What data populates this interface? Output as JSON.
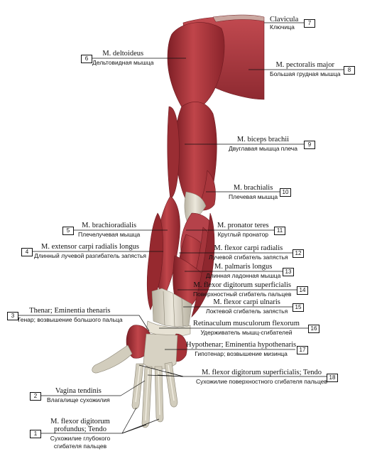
{
  "labels": [
    {
      "id": "7",
      "latin": "Clavicula",
      "russian": "Ключица"
    },
    {
      "id": "6",
      "latin": "M. deltoideus",
      "russian": "Дельтовидная мышца"
    },
    {
      "id": "8",
      "latin": "M. pectoralis major",
      "russian": "Большая грудная мышца"
    },
    {
      "id": "9",
      "latin": "M. biceps brachii",
      "russian": "Двуглавая мышца плеча"
    },
    {
      "id": "10",
      "latin": "M. brachialis",
      "russian": "Плечевая мышца"
    },
    {
      "id": "5",
      "latin": "M. brachioradialis",
      "russian": "Плечелучевая мышца"
    },
    {
      "id": "11",
      "latin": "M. pronator teres",
      "russian": "Круглый пронатор"
    },
    {
      "id": "4",
      "latin": "M. extensor carpi radialis longus",
      "russian": "Длинный лучевой разгибатель запястья"
    },
    {
      "id": "12",
      "latin": "M. flexor carpi radialis",
      "russian": "Лучевой сгибатель запястья"
    },
    {
      "id": "13",
      "latin": "M. palmaris longus",
      "russian": "Длинная ладонная мышца"
    },
    {
      "id": "14",
      "latin": "M. flexor digitorum superficialis",
      "russian": "Поверхностный сгибатель пальцев"
    },
    {
      "id": "15",
      "latin": "M. flexor carpi ulnaris",
      "russian": "Локтевой сгибатель запястья"
    },
    {
      "id": "3",
      "latin": "Thenar; Eminentia thenaris",
      "russian": "Тенар; возвышение большого пальца"
    },
    {
      "id": "16",
      "latin": "Retinaculum musculorum flexorum",
      "russian": "Удерживатель мышц-сгибателей"
    },
    {
      "id": "17",
      "latin": "Hypothenar; Eminentia hypothenaris",
      "russian": "Гипотенар; возвышение мизинца"
    },
    {
      "id": "18",
      "latin": "M. flexor digitorum superficialis; Tendo",
      "russian": "Сухожилие поверхностного сгибателя пальцев"
    },
    {
      "id": "2",
      "latin": "Vagina tendinis",
      "russian": "Влагалище сухожилия"
    },
    {
      "id": "1",
      "latin": "M. flexor digitorum profundus; Tendo",
      "russian": "Сухожилие глубокого сгибателя пальцев"
    }
  ],
  "colors": {
    "muscle": "#b23a3f",
    "muscle_dark": "#7e1f26",
    "muscle_light": "#d9737a",
    "tendon": "#d9d4c4",
    "skin_hand": "#c9c5b5"
  }
}
